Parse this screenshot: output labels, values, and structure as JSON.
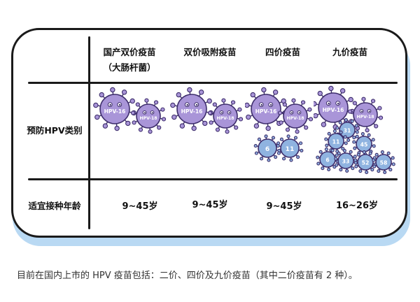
{
  "table": {
    "headers": {
      "col1_line1": "国产双价疫苗",
      "col1_line2": "（大肠杆菌）",
      "col2": "双价吸附疫苗",
      "col3": "四价疫苗",
      "col4": "九价疫苗"
    },
    "rows": {
      "types_label": "预防HPV类别",
      "age_label": "适宜接种年龄"
    },
    "ages": [
      "9~45岁",
      "9~45岁",
      "9~45岁",
      "16~26岁"
    ]
  },
  "virus_labels": {
    "big": "HPV-16",
    "small": "HPV-18",
    "four_extra": [
      "6",
      "11"
    ],
    "nine_extra": [
      "31",
      "11",
      "45",
      "6",
      "33",
      "52",
      "58"
    ]
  },
  "caption": "目前在国内上市的 HPV 疫苗包括：二价、四价及九价疫苗（其中二价疫苗有 2 种）。",
  "colors": {
    "virus_body": "#a995d8",
    "virus_outline": "#3d2d6b",
    "virus_blue": "#8fb3e0",
    "card_shadow": "#b9d9f3",
    "line": "#1a1a1a"
  }
}
